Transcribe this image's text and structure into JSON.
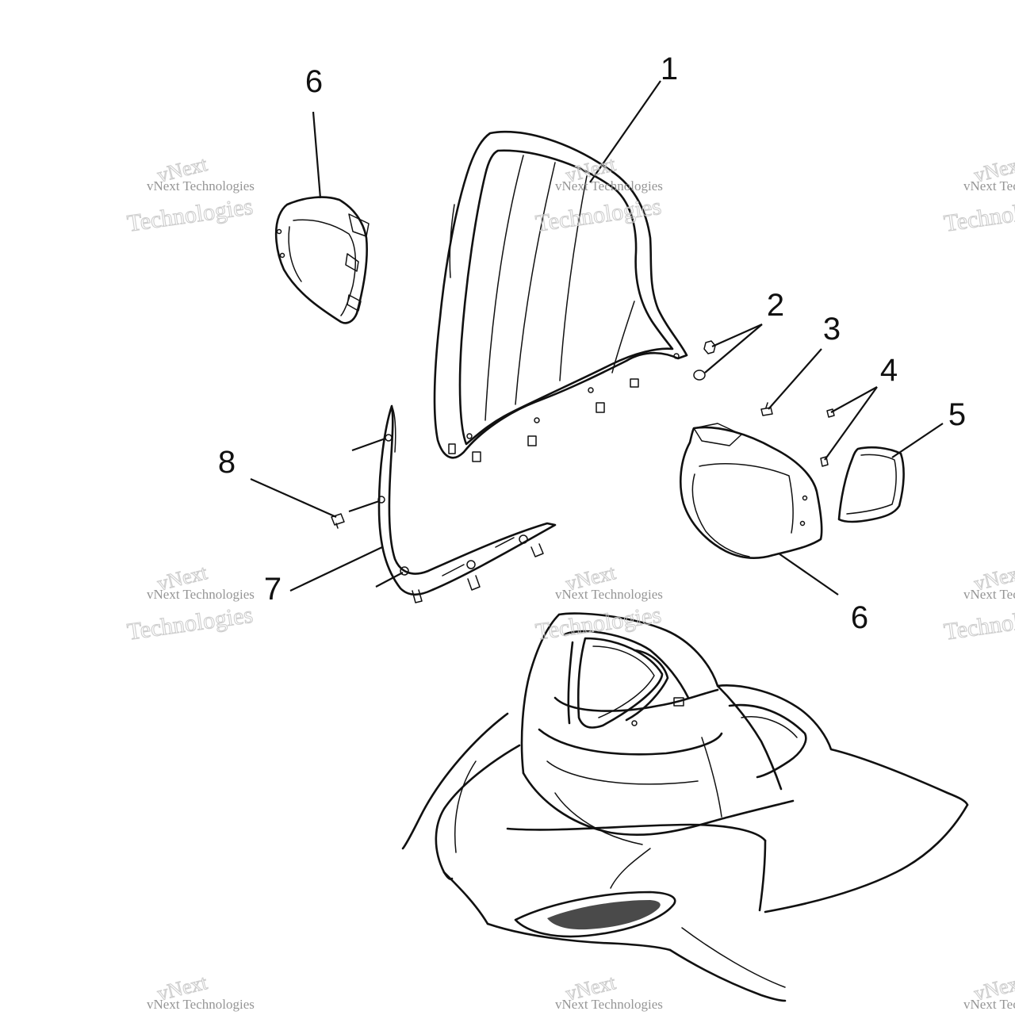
{
  "diagram": {
    "callouts": [
      {
        "id": "c1",
        "label": "1"
      },
      {
        "id": "c2",
        "label": "2"
      },
      {
        "id": "c3",
        "label": "3"
      },
      {
        "id": "c4",
        "label": "4"
      },
      {
        "id": "c5",
        "label": "5"
      },
      {
        "id": "c6a",
        "label": "6"
      },
      {
        "id": "c6b",
        "label": "6"
      },
      {
        "id": "c7",
        "label": "7"
      },
      {
        "id": "c8",
        "label": "8"
      }
    ],
    "watermark": {
      "line1": "vNext",
      "line2": "vNext Technologies",
      "line3": "Technologies"
    }
  }
}
